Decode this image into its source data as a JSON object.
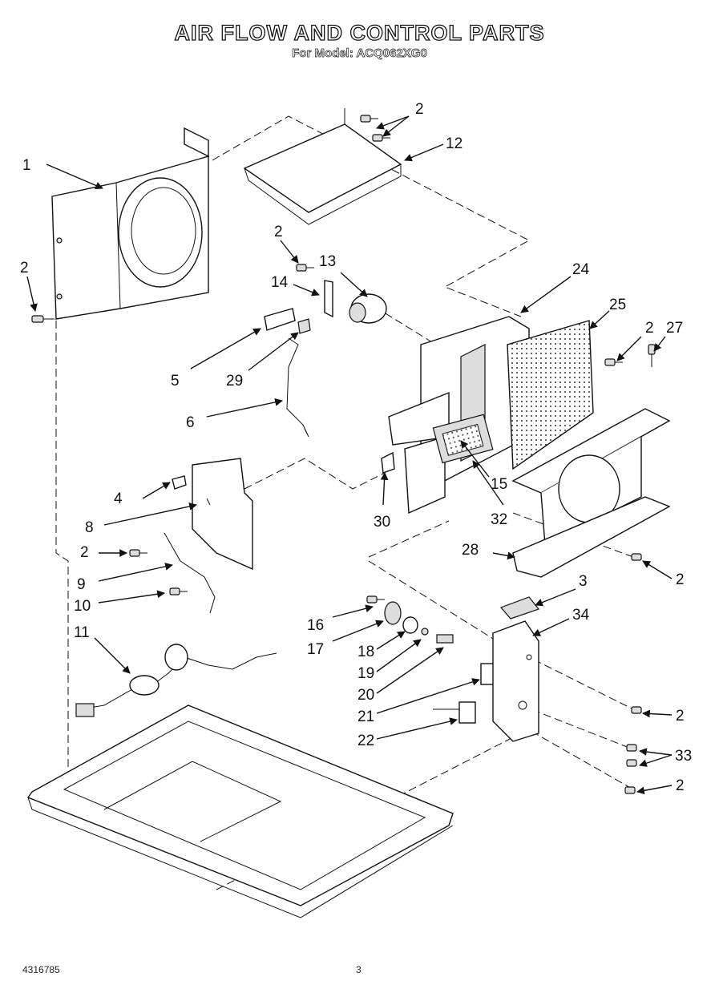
{
  "header": {
    "title": "AIR FLOW AND CONTROL PARTS",
    "subtitle": "For Model: ACQ062XG0"
  },
  "footer": {
    "doc_number": "4316785",
    "page_number": "3"
  },
  "callouts": [
    "1",
    "2",
    "2",
    "2",
    "2",
    "2",
    "2",
    "2",
    "2",
    "3",
    "4",
    "5",
    "6",
    "8",
    "9",
    "10",
    "11",
    "12",
    "13",
    "14",
    "15",
    "16",
    "17",
    "18",
    "19",
    "20",
    "21",
    "22",
    "24",
    "25",
    "27",
    "28",
    "29",
    "30",
    "32",
    "33",
    "34"
  ]
}
